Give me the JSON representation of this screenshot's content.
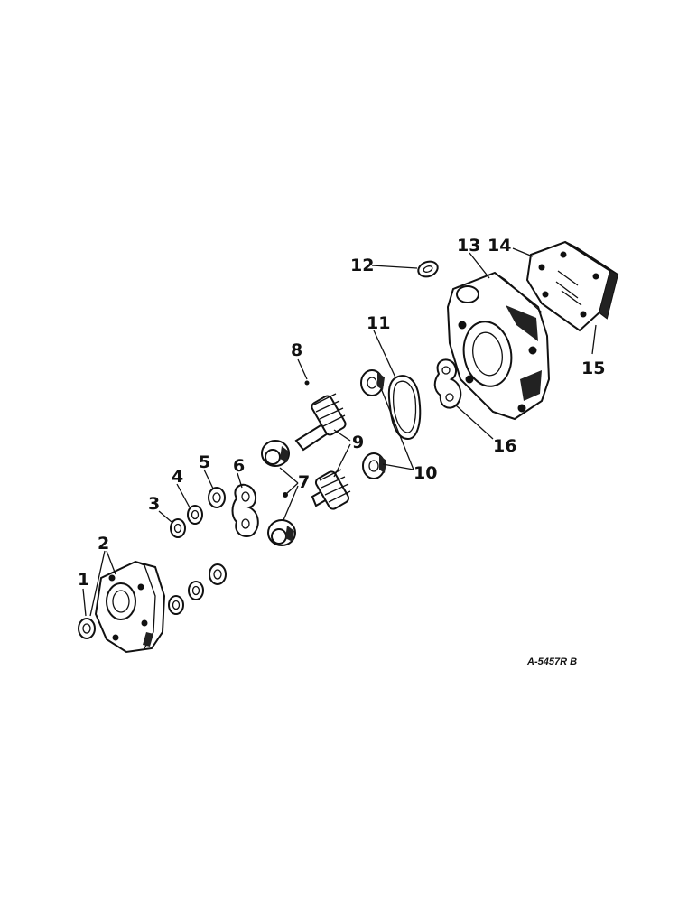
{
  "diagram": {
    "reference_code": "A-5457R B",
    "callouts": [
      {
        "id": "1",
        "label": "1"
      },
      {
        "id": "2",
        "label": "2"
      },
      {
        "id": "3",
        "label": "3"
      },
      {
        "id": "4",
        "label": "4"
      },
      {
        "id": "5",
        "label": "5"
      },
      {
        "id": "6",
        "label": "6"
      },
      {
        "id": "7",
        "label": "7"
      },
      {
        "id": "8",
        "label": "8"
      },
      {
        "id": "9",
        "label": "9"
      },
      {
        "id": "10",
        "label": "10"
      },
      {
        "id": "11",
        "label": "11"
      },
      {
        "id": "12",
        "label": "12"
      },
      {
        "id": "13",
        "label": "13"
      },
      {
        "id": "14",
        "label": "14"
      },
      {
        "id": "15",
        "label": "15"
      },
      {
        "id": "16",
        "label": "16"
      }
    ]
  }
}
